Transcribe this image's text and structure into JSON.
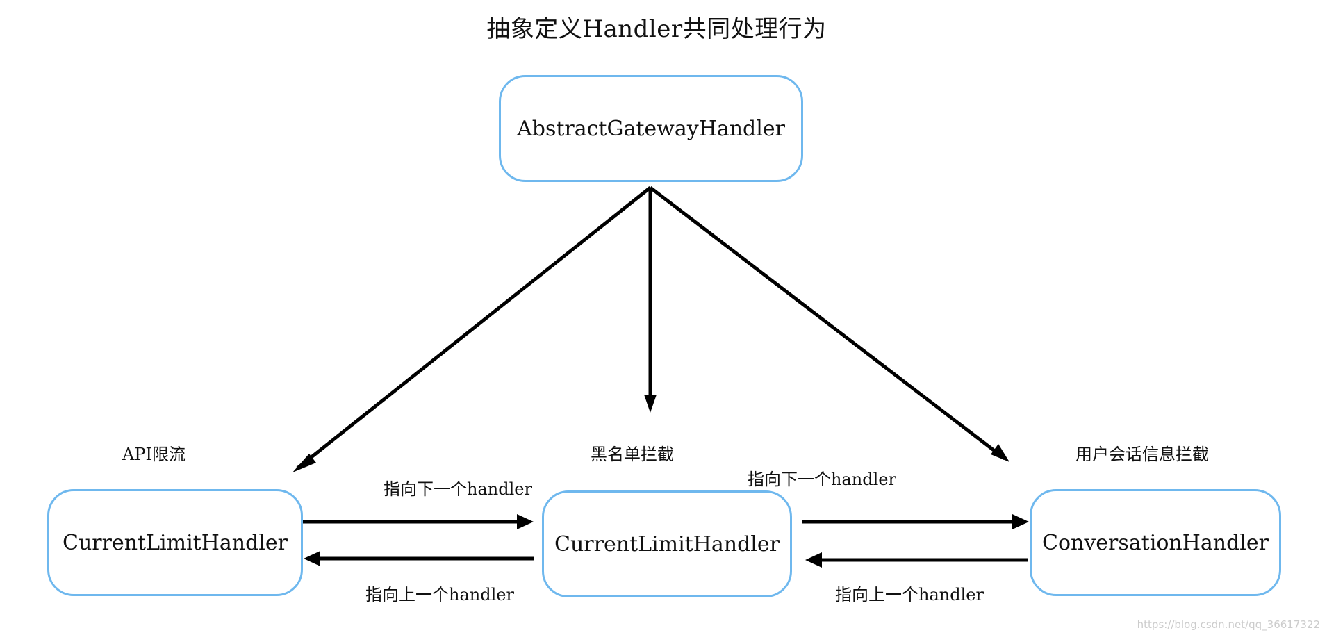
{
  "title": "抽象定义Handler共同处理行为",
  "nodes": {
    "abstract": "AbstractGatewayHandler",
    "left": "CurrentLimitHandler",
    "middle": "CurrentLimitHandler",
    "right": "ConversationHandler"
  },
  "captions": {
    "left": "API限流",
    "middle": "黑名单拦截",
    "right": "用户会话信息拦截"
  },
  "edge_labels": {
    "left_next": "指向下一个handler",
    "left_prev": "指向上一个handler",
    "right_next": "指向下一个handler",
    "right_prev": "指向上一个handler"
  },
  "colors": {
    "node_border": "#6fb8ee",
    "edge": "#000000"
  },
  "footer": "https://blog.csdn.net/qq_36617322"
}
